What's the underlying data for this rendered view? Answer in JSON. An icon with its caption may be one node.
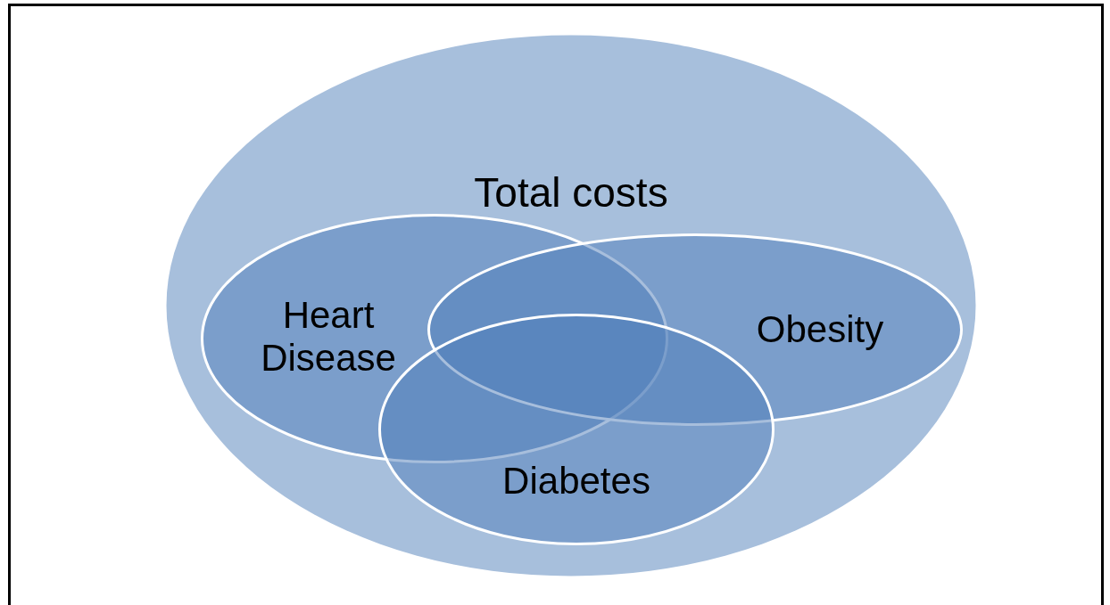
{
  "diagram": {
    "nodes": [
      {
        "text": [
          "Total costs"
        ]
      },
      {
        "text": [
          "Heart Disease"
        ],
        "in": 0
      },
      {
        "text": [
          "Obesity"
        ],
        "in": 0
      },
      {
        "text": [
          "Diabetes"
        ],
        "in": 0
      }
    ]
  }
}
